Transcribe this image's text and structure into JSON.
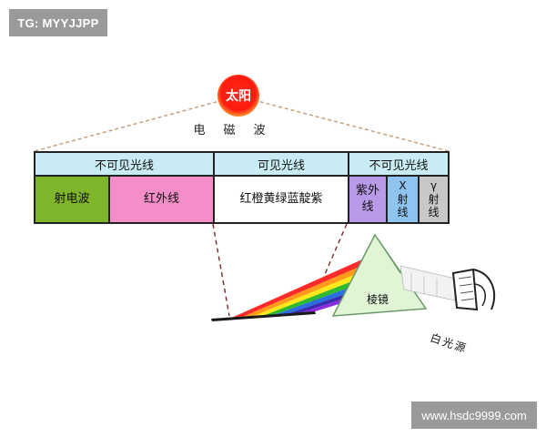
{
  "watermark_top": "TG: MYYJJPP",
  "watermark_bottom": "www.hsdc9999.com",
  "sun_label": "太阳",
  "em_wave_label": "电磁波",
  "spectrum": {
    "headers": [
      "不可见光线",
      "可见光线",
      "不可见光线"
    ],
    "cells": {
      "radio": "射电波",
      "infrared": "红外线",
      "visible": "红橙黄绿蓝靛紫",
      "ultraviolet_line1": "紫外",
      "ultraviolet_line2": "线",
      "xray_line1": "X",
      "xray_line2": "射",
      "xray_line3": "线",
      "gamma_line1": "γ",
      "gamma_line2": "射",
      "gamma_line3": "线"
    }
  },
  "prism_label": "棱镜",
  "light_source_label": "白光源",
  "colors": {
    "radio": "#7fb52a",
    "infrared": "#f48ec8",
    "ultraviolet": "#b99ae8",
    "xray": "#8fc3f0",
    "gamma": "#c8c8c8",
    "header": "#c9ecf4",
    "prism": "#dff5d6",
    "sun": "#ff2a1a"
  }
}
